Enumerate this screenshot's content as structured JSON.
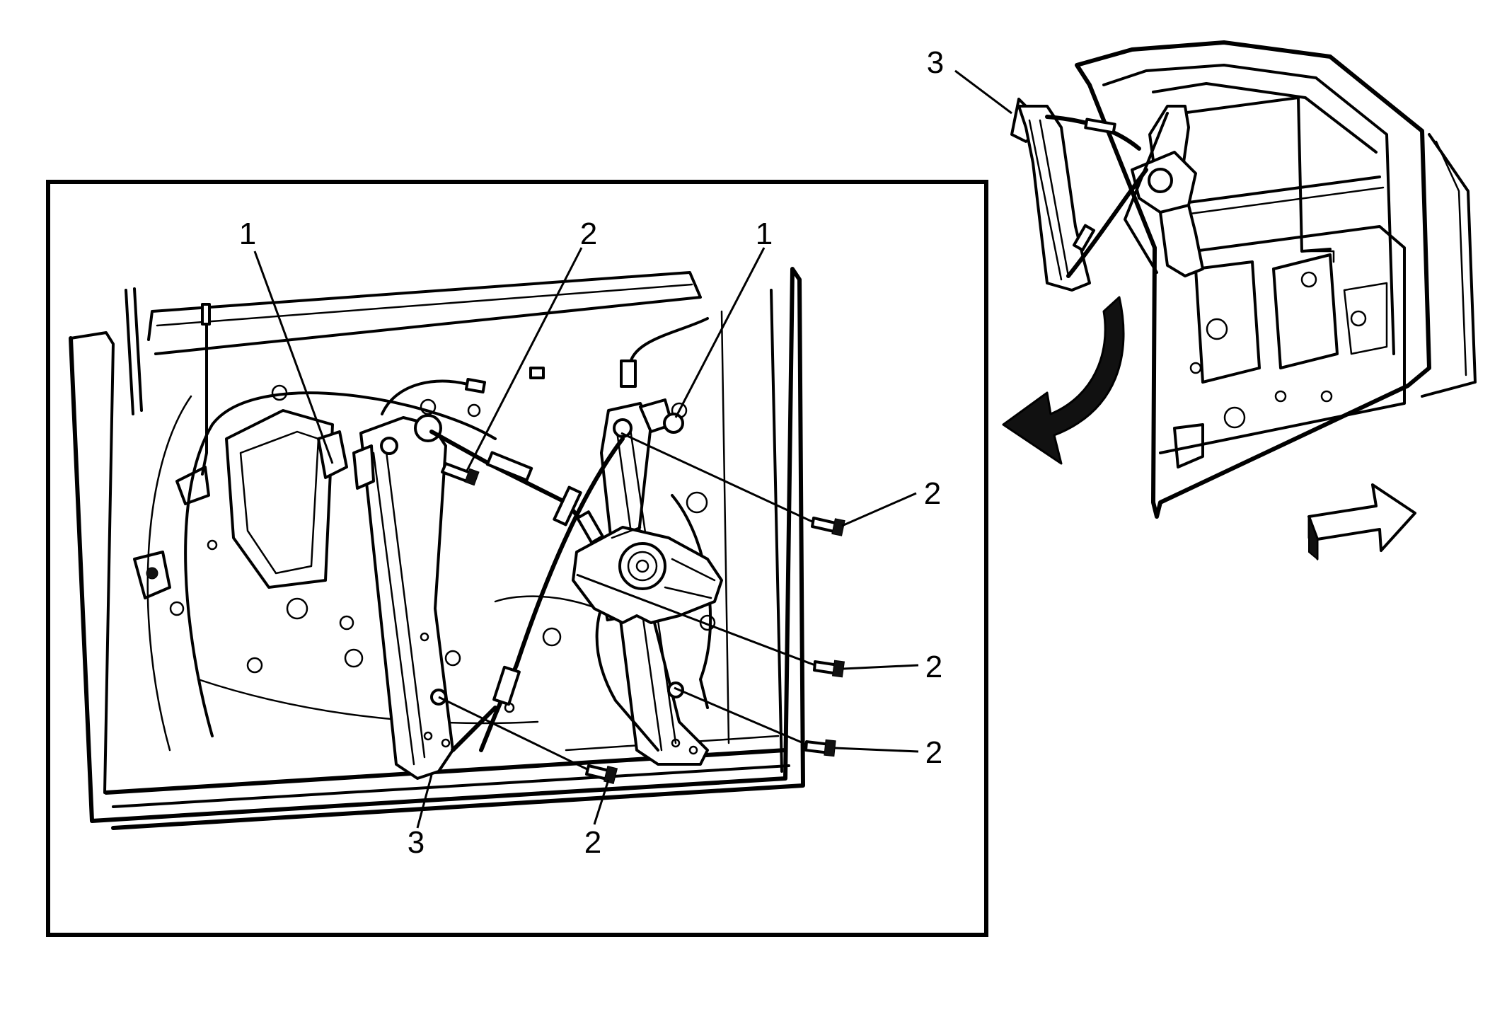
{
  "figure": {
    "callouts": {
      "detail_1_left": "1",
      "detail_1_right": "1",
      "detail_2_top": "2",
      "detail_2_upper_right": "2",
      "detail_2_middle_right": "2",
      "detail_2_lower_right": "2",
      "detail_2_bottom": "2",
      "detail_3_bottom": "3",
      "overview_3": "3"
    }
  }
}
